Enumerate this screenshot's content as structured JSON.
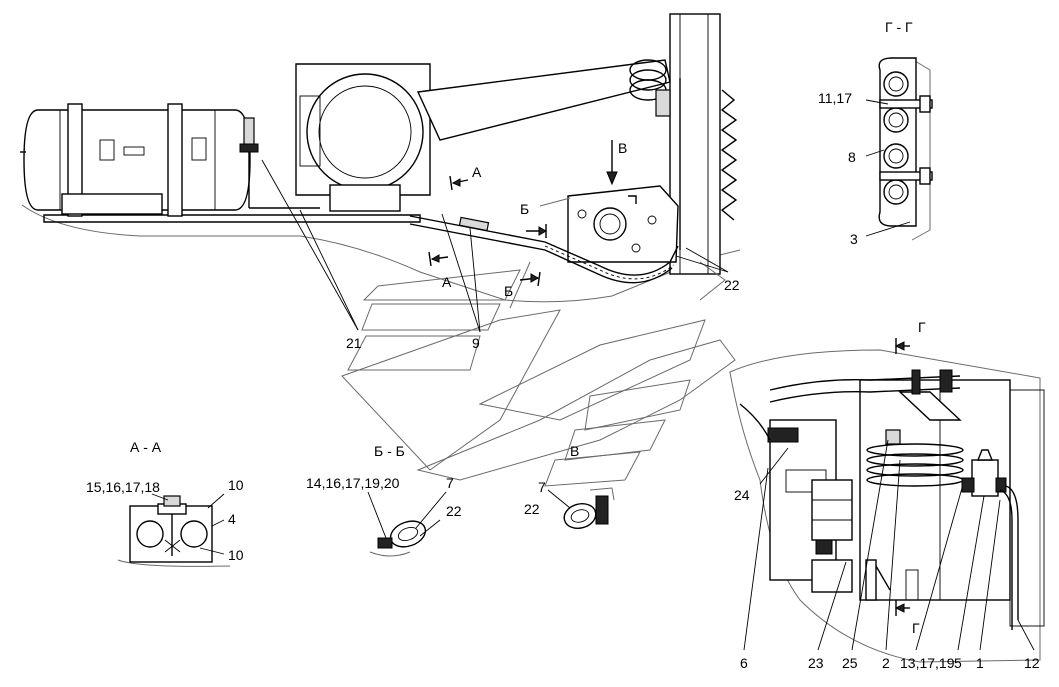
{
  "section_titles": {
    "a_a": "А - А",
    "b_b": "Б - Б",
    "g_g": "Г - Г"
  },
  "view_markers": {
    "a_top": "А",
    "a_bottom": "А",
    "b_top": "Б",
    "b_bottom": "Б",
    "v_top": "В",
    "v_bottom": "В",
    "g_top": "Г",
    "g_bottom": "Г"
  },
  "callouts": {
    "c21": "21",
    "c9": "9",
    "c22_main": "22",
    "c11_17": "11,17",
    "c8": "8",
    "c3": "3",
    "c15_16_17_18": "15,16,17,18",
    "c10_top": "10",
    "c4": "4",
    "c10_bottom": "10",
    "c14_16_17_19_20": "14,16,17,19,20",
    "c7_bb": "7",
    "c22_bb": "22",
    "c7_v": "7",
    "c22_v": "22",
    "c24": "24",
    "c6": "6",
    "c23": "23",
    "c25": "25",
    "c2": "2",
    "c13_17_19": "13,17,19",
    "c5": "5",
    "c1": "1",
    "c12": "12"
  }
}
